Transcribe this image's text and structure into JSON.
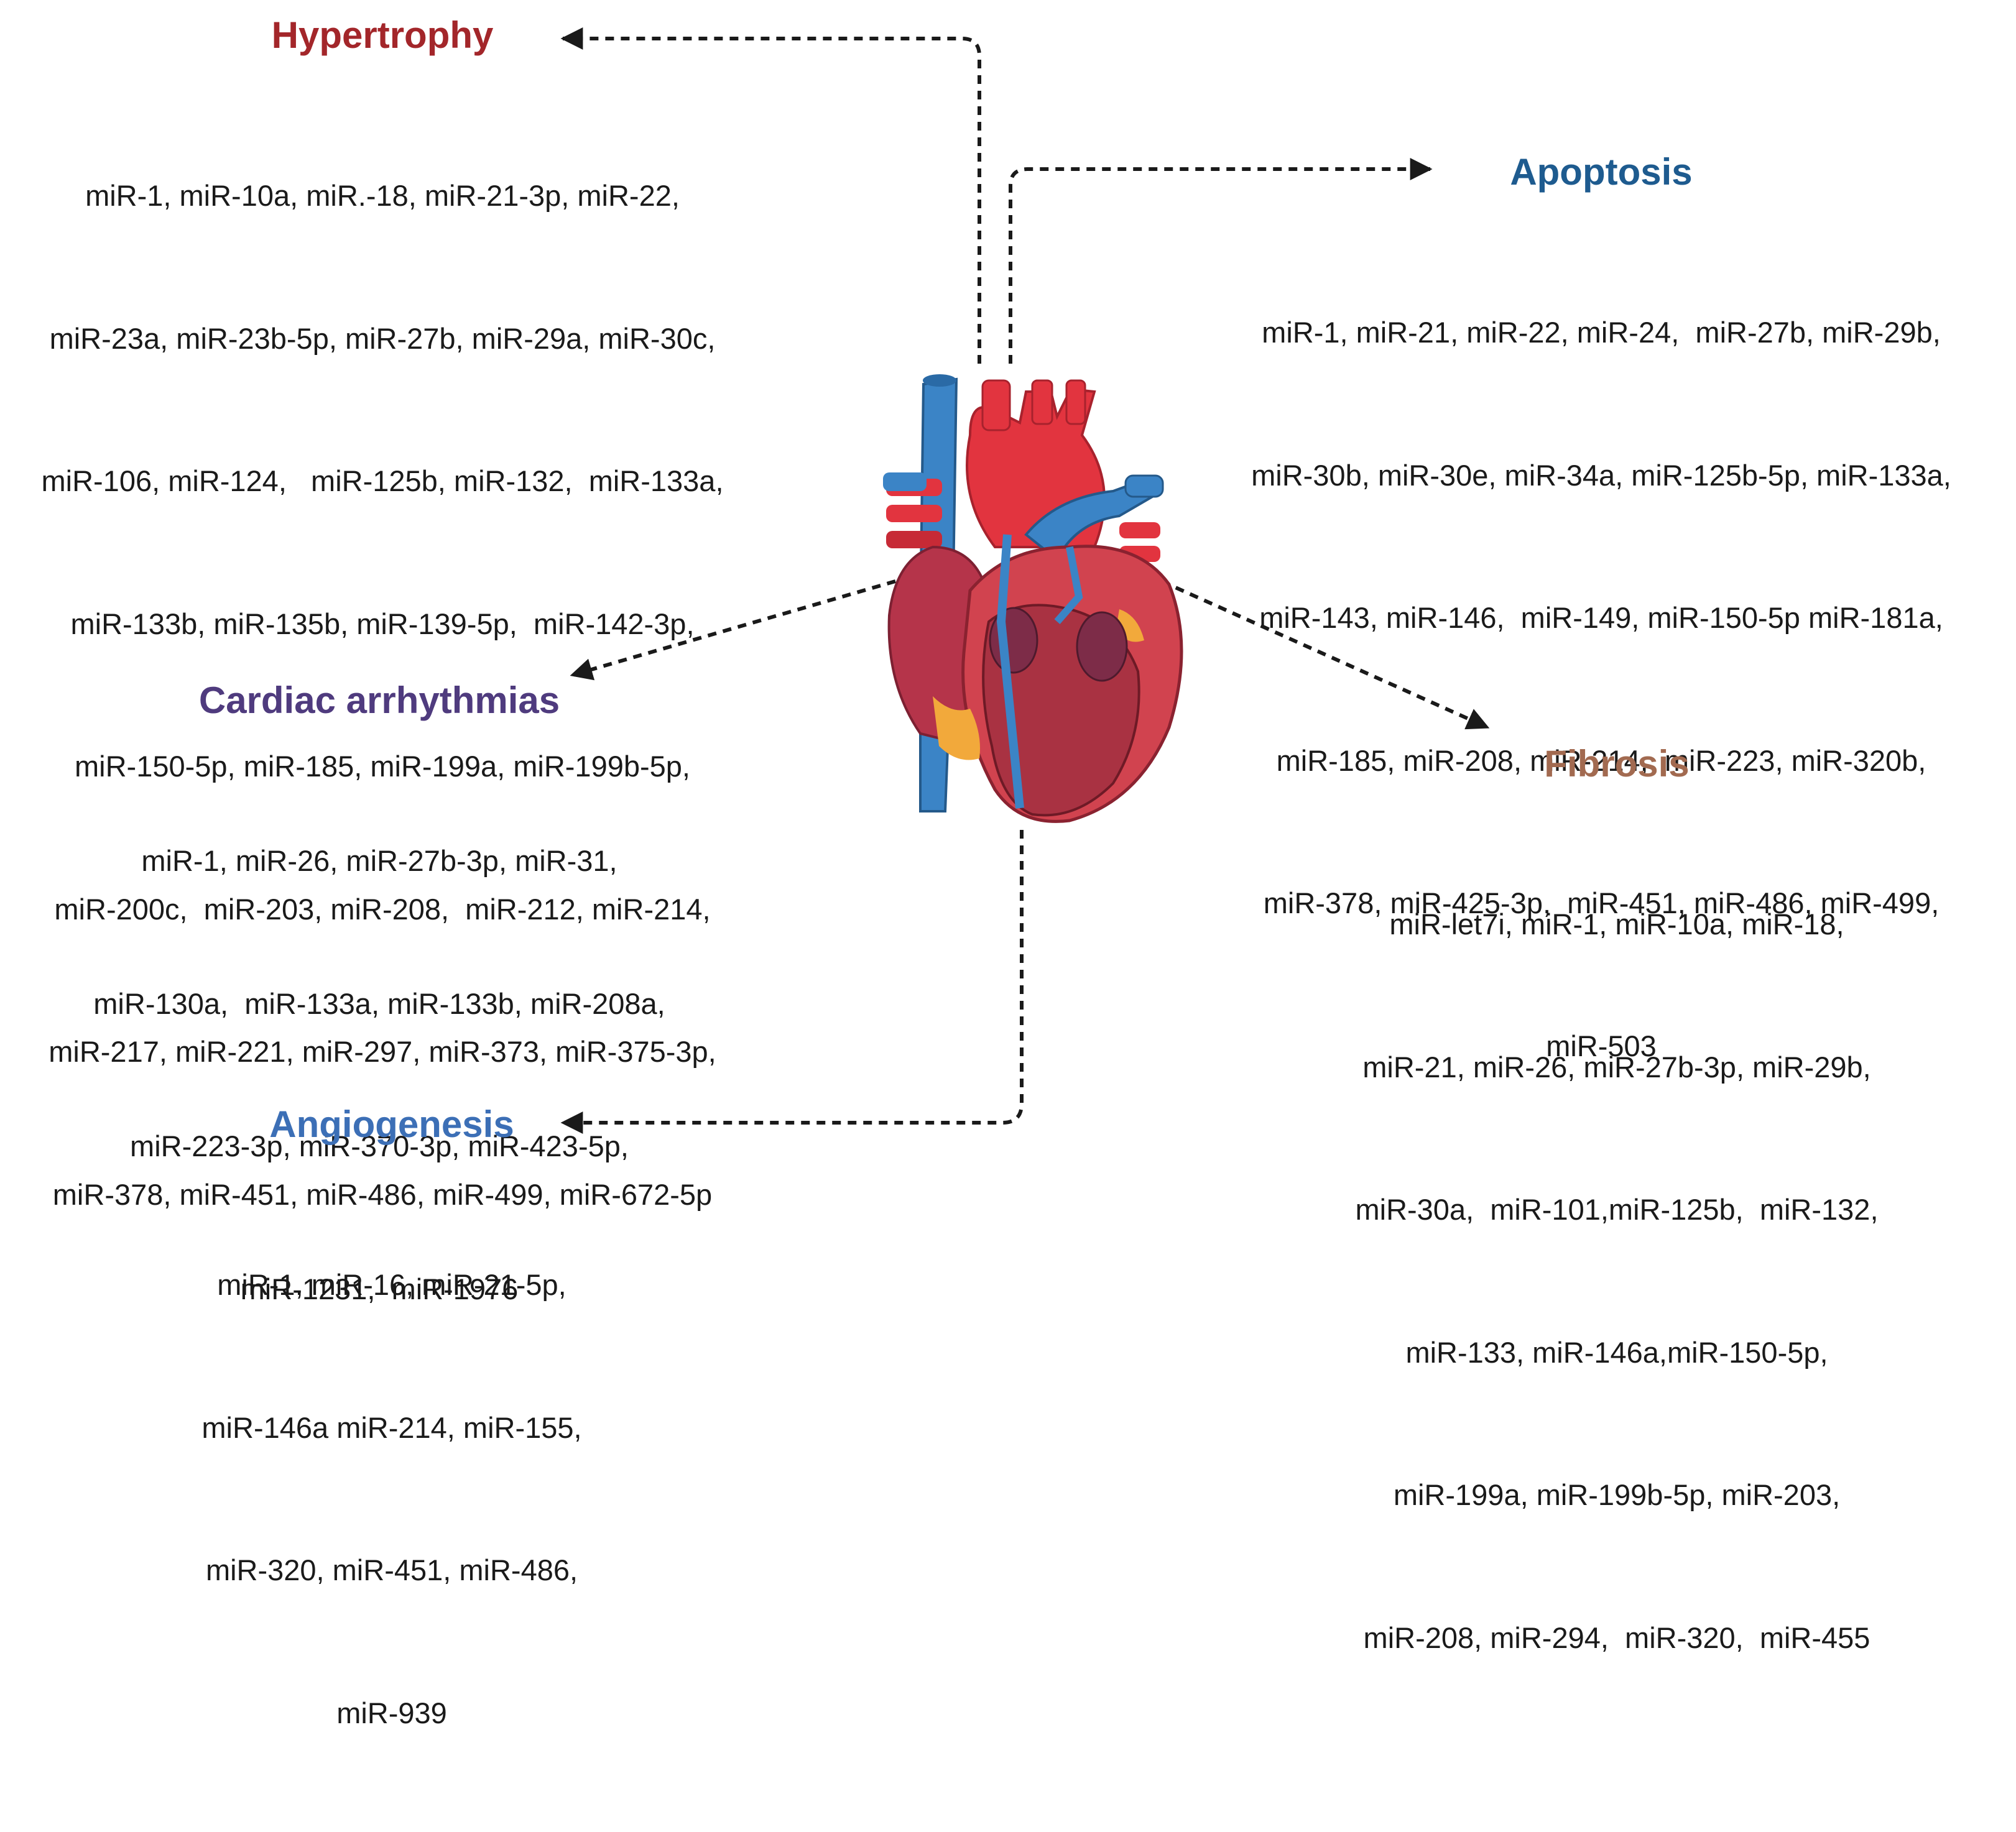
{
  "categories": {
    "hypertrophy": {
      "title": "Hypertrophy",
      "color": "#a3262a",
      "lines": [
        "miR-1, miR-10a, miR.-18, miR-21-3p, miR-22,",
        "miR-23a, miR-23b-5p, miR-27b, miR-29a, miR-30c,",
        "miR-106, miR-124,   miR-125b, miR-132,  miR-133a,",
        "miR-133b, miR-135b, miR-139-5p,  miR-142-3p,",
        "miR-150-5p, miR-185, miR-199a, miR-199b-5p,",
        "miR-200c,  miR-203, miR-208,  miR-212, miR-214,",
        "miR-217, miR-221, miR-297, miR-373, miR-375-3p,",
        "miR-378, miR-451, miR-486, miR-499, miR-672-5p"
      ]
    },
    "apoptosis": {
      "title": "Apoptosis",
      "color": "#1e5b8f",
      "lines": [
        "miR-1, miR-21, miR-22, miR-24,  miR-27b, miR-29b,",
        "miR-30b, miR-30e, miR-34a, miR-125b-5p, miR-133a,",
        "miR-143, miR-146,  miR-149, miR-150-5p miR-181a,",
        "miR-185, miR-208, miR-214,  miR-223, miR-320b,",
        "miR-378, miR-425-3p,  miR-451, miR-486, miR-499,",
        "miR-503"
      ]
    },
    "arrhythmias": {
      "title": "Cardiac arrhythmias",
      "color": "#4f3b7e",
      "lines": [
        "miR-1, miR-26, miR-27b-3p, miR-31,",
        "miR-130a,  miR-133a, miR-133b, miR-208a,",
        "miR-223-3p, miR-370-3p, miR-423-5p,",
        "miR-1231,  miR-1976"
      ]
    },
    "fibrosis": {
      "title": "Fibrosis",
      "color": "#a26a50",
      "lines": [
        "miR-let7i, miR-1, miR-10a, miR-18,",
        "miR-21, miR-26, miR-27b-3p, miR-29b,",
        "miR-30a,  miR-101,miR-125b,  miR-132,",
        "miR-133, miR-146a,miR-150-5p,",
        "miR-199a, miR-199b-5p, miR-203,",
        "miR-208, miR-294,  miR-320,  miR-455"
      ]
    },
    "angiogenesis": {
      "title": "Angiogenesis",
      "color": "#3c6fb6",
      "lines": [
        "miR-1, miR-16, miR-21-5p,",
        "miR-146a miR-214, miR-155,",
        "miR-320, miR-451, miR-486,",
        "miR-939"
      ]
    }
  },
  "heart_colors": {
    "vein": "#3b84c6",
    "artery": "#e2343f",
    "muscle_dark": "#b5344a",
    "muscle": "#d1434f",
    "fat": "#f2a93b",
    "atrium": "#7d2c48"
  },
  "arrow_style": "dashed"
}
